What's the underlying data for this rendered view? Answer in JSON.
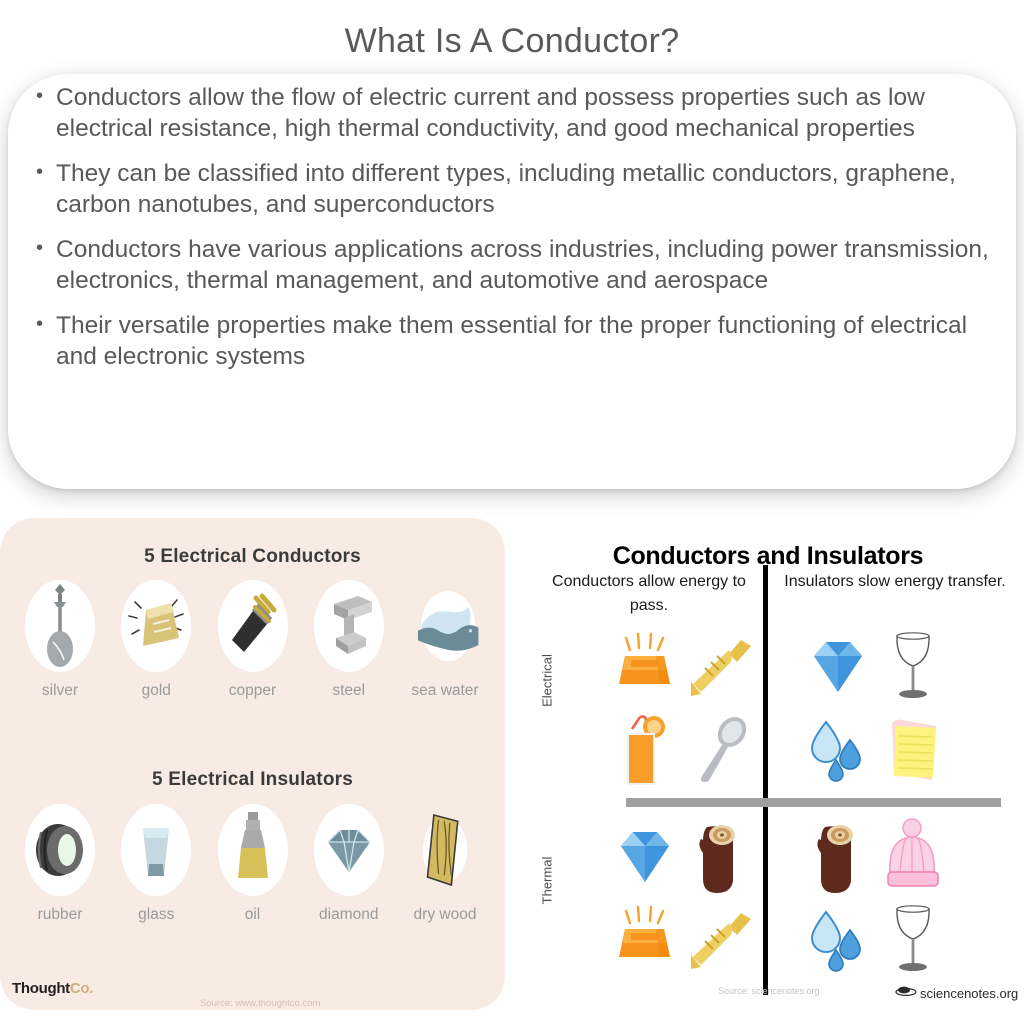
{
  "header": {
    "title": "What Is A Conductor?"
  },
  "bullets": [
    "Conductors allow the flow of electric current and possess properties such as low electrical resistance, high thermal conductivity, and good mechanical properties",
    "They can be classified into different types, including metallic conductors, graphene, carbon nanotubes, and superconductors",
    "Conductors have various applications across industries, including power transmission, electronics, thermal management, and automotive and aerospace",
    "Their versatile properties make them essential for the proper functioning of electrical and electronic systems"
  ],
  "left_panel": {
    "background_color": "#f8ebe3",
    "conductors_heading": "5 Electrical Conductors",
    "insulators_heading": "5 Electrical Insulators",
    "conductors": [
      {
        "label": "silver",
        "icon": "spoon-icon"
      },
      {
        "label": "gold",
        "icon": "gold-bar-icon"
      },
      {
        "label": "copper",
        "icon": "copper-wire-icon"
      },
      {
        "label": "steel",
        "icon": "steel-beam-icon"
      },
      {
        "label": "sea water",
        "icon": "sea-water-icon"
      }
    ],
    "insulators": [
      {
        "label": "rubber",
        "icon": "tire-icon"
      },
      {
        "label": "glass",
        "icon": "glass-cup-icon"
      },
      {
        "label": "oil",
        "icon": "oil-bottle-icon"
      },
      {
        "label": "diamond",
        "icon": "diamond-icon"
      },
      {
        "label": "dry wood",
        "icon": "wood-plank-icon"
      }
    ],
    "logo_main": "Thought",
    "logo_accent": "Co.",
    "source": "Source: www.thoughtco.com"
  },
  "right_panel": {
    "title": "Conductors and Insulators",
    "subtitle_left": "Conductors allow energy to pass.",
    "subtitle_right": "Insulators slow energy transfer.",
    "row_label_top": "Electrical",
    "row_label_bottom": "Thermal",
    "quadrants": {
      "electrical_conductors": [
        "gold-bar-icon",
        "trumpet-icon",
        "orange-juice-icon",
        "spoon-icon"
      ],
      "electrical_insulators": [
        "diamond-icon",
        "wine-glass-icon",
        "water-drops-icon",
        "paper-note-icon"
      ],
      "thermal_conductors": [
        "diamond-icon",
        "wood-log-icon",
        "gold-bar-icon",
        "trumpet-icon"
      ],
      "thermal_insulators": [
        "wood-log-icon",
        "wool-hat-icon",
        "water-drops-icon",
        "wine-glass-icon"
      ]
    },
    "source": "Source: sciencenotes.org",
    "logo": "sciencenotes.org"
  }
}
